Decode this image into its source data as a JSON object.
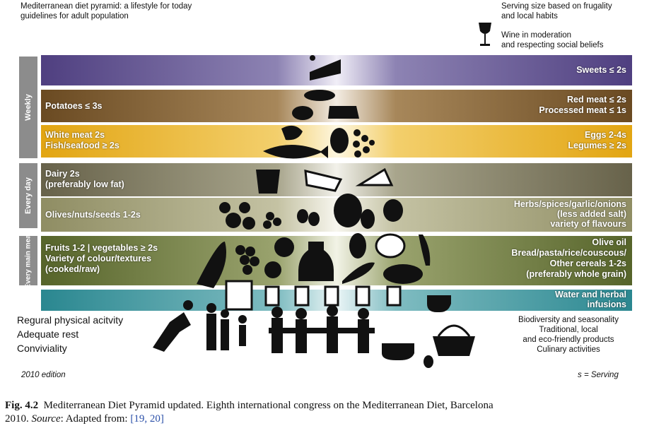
{
  "header": {
    "title": "Mediterranean diet pyramid: a lifestyle for today",
    "subtitle": "guidelines for adult population",
    "serving_line1": "Serving size based on frugality",
    "serving_line2": "and local habits",
    "wine_line1": "Wine in moderation",
    "wine_line2": "and respecting social beliefs"
  },
  "side_labels": {
    "weekly": "Weekly",
    "every_day": "Every day",
    "every_main_meal": "Every main meal"
  },
  "bands": {
    "sweets": {
      "right": "Sweets ≤ 2s",
      "color": "#5a4a87"
    },
    "meat": {
      "left": "Potatoes ≤ 3s",
      "right1": "Red meat ≤ 2s",
      "right2": "Processed meat ≤ 1s",
      "color": "#7a5a2c"
    },
    "white": {
      "left1": "White meat 2s",
      "left2": "Fish/seafood ≥ 2s",
      "right1": "Eggs 2-4s",
      "right2": "Legumes ≥ 2s",
      "color": "#e3a816"
    },
    "dairy": {
      "left1": "Dairy 2s",
      "left2": "(preferably low fat)",
      "color": "#6f6a52"
    },
    "olives": {
      "left": "Olives/nuts/seeds 1-2s",
      "right1": "Herbs/spices/garlic/onions",
      "right2": "(less added salt)",
      "right3": "variety of flavours",
      "color": "#9c9a70"
    },
    "fruits": {
      "left1": "Fruits 1-2 | vegetables ≥ 2s",
      "left2": "Variety of colour/textures",
      "left3": "(cooked/raw)",
      "right1": "Olive oil",
      "right2": "Bread/pasta/rice/couscous/",
      "right3": "Other cereals 1-2s",
      "right4": "(preferably whole grain)",
      "color": "#5e6b2f"
    },
    "water": {
      "right1": "Water and herbal",
      "right2": "infusions",
      "color": "#2f8a93"
    }
  },
  "footer": {
    "left1": "Regural physical acitvity",
    "left2": "Adequate rest",
    "left3": "Conviviality",
    "right1": "Biodiversity and seasonality",
    "right2": "Traditional, local",
    "right3": "and eco-friendly products",
    "right4": "Culinary activities",
    "edition": "2010 edition",
    "serving_key": "s = Serving"
  },
  "caption": {
    "label": "Fig. 4.2",
    "text1": "Mediterranean Diet Pyramid updated. Eighth international congress on the Mediterranean Diet, Barcelona",
    "text2": "2010.",
    "source_label": "Source",
    "text3": ": Adapted from:",
    "refs": "[19, 20]"
  }
}
